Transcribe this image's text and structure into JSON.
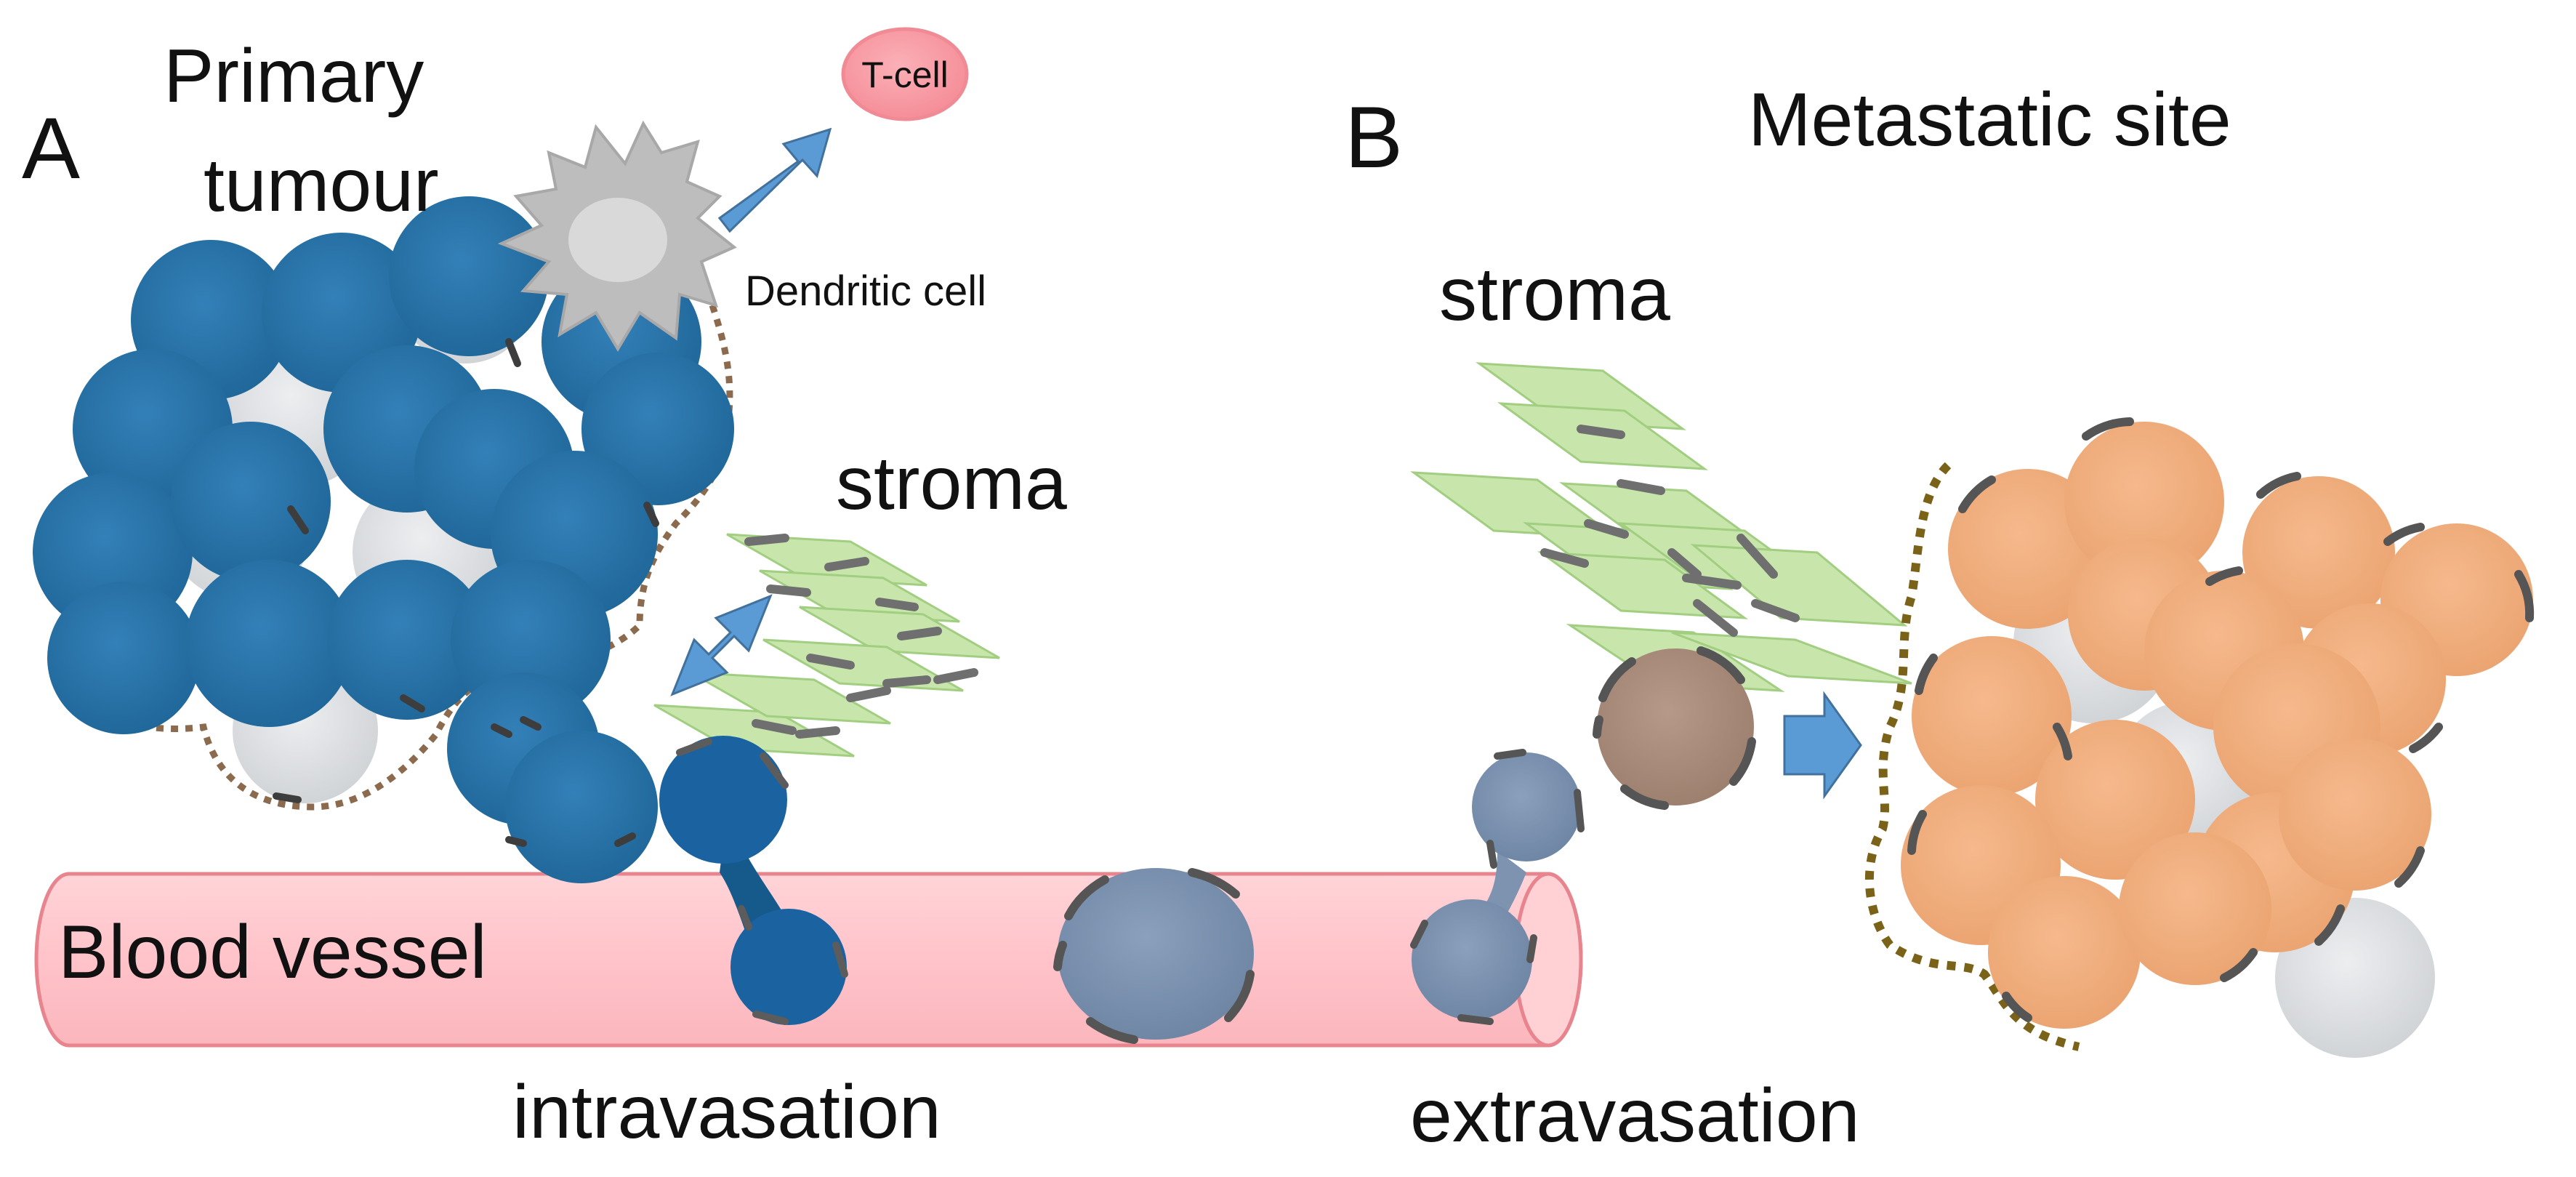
{
  "panels": {
    "a": {
      "letter": "A",
      "title_line1": "Primary",
      "title_line2": "tumour"
    },
    "b": {
      "letter": "B",
      "title": "Metastatic site"
    }
  },
  "labels": {
    "t_cell": "T-cell",
    "dendritic_cell": "Dendritic cell",
    "stroma_left": "stroma",
    "stroma_right": "stroma",
    "blood_vessel": "Blood vessel",
    "intravasation": "intravasation",
    "extravasation": "extravasation"
  },
  "colors": {
    "tumour_cell": "#2a72a8",
    "tumour_cell_dark": "#165a8c",
    "stromal_white_cell": "#dcdee0",
    "metastatic_cell": "#f0ad7c",
    "circulating_cell": "#7d93b0",
    "extravasating_cell": "#a98a7a",
    "blood_vessel_fill": "#ffc6cc",
    "blood_vessel_stroke": "#e8848e",
    "stroma_fill": "#c3e3a4",
    "arrow": "#5b9bd5",
    "t_cell": "#f7919b",
    "dendritic_cell": "#bdbdbd",
    "boundary_left": "#8b6a4e",
    "boundary_right": "#7a6218"
  },
  "icons": {
    "t_cell": "t-cell-icon",
    "dendritic_cell": "dendritic-cell-icon",
    "arrows": "arrow-icon"
  }
}
